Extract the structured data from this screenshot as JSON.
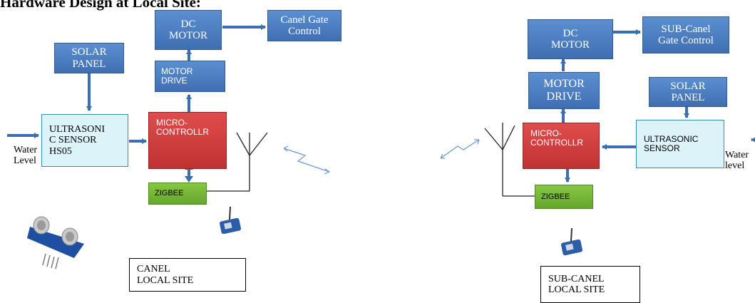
{
  "title": "Hardware Design at Local Site:",
  "canel": {
    "dc_motor": "DC\nMOTOR",
    "gate_control": "Canel Gate\nControl",
    "solar_panel": "SOLAR\nPANEL",
    "motor_drive": "MOTOR\nDRIVE",
    "micro": "MICRO-\nCONTROLLR",
    "sensor": "ULTRASONI\nC SENSOR\nHS05",
    "zigbee": "ZIGBEE",
    "water_level": "Water\nLevel",
    "site": "CANEL\nLOCAL SITE"
  },
  "subcanel": {
    "dc_motor": "DC\nMOTOR",
    "gate_control": "SUB-Canel\nGate Control",
    "solar_panel": "SOLAR\nPANEL",
    "motor_drive": "MOTOR\nDRIVE",
    "micro": "MICRO-\nCONTROLLR",
    "sensor": "ULTRASONIC\nSENSOR",
    "zigbee": "ZIGBEE",
    "water_level": "Water\nlevel",
    "site": "SUB-CANEL\nLOCAL SITE"
  },
  "colors": {
    "block_blue": "#4a7ec2",
    "micro_red": "#cf3b3b",
    "sensor_cyan": "#ddf3fa",
    "zigbee_green": "#76b83a",
    "arrow_blue": "#3a6fb0",
    "antenna": "#222222",
    "wireless_link": "#6a9ad4"
  },
  "icons": [
    "antenna-icon",
    "zigbee-module-icon",
    "ultrasonic-sensor-icon",
    "wireless-link-icon"
  ]
}
